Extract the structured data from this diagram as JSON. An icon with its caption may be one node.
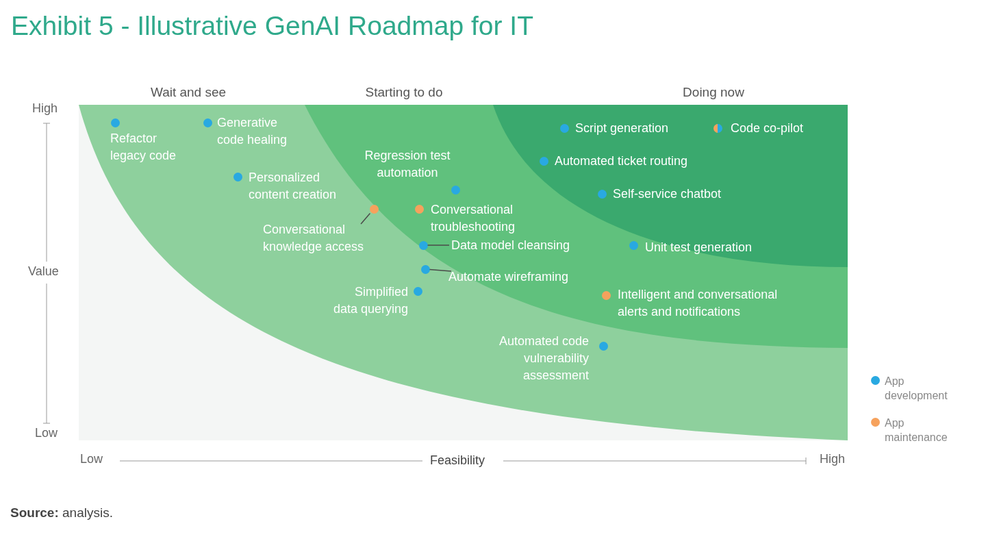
{
  "diagram": {
    "title": "Exhibit 5 - Illustrative GenAI Roadmap for IT",
    "caption": "**Source:** analysis.",
    "nodes": [
      {
        "text": [
          "Wait and see"
        ]
      },
      {
        "text": [
          "Starting to do"
        ],
        "in": 0
      },
      {
        "text": [
          "Doing now"
        ],
        "in": 1
      },
      {
        "text": [
          "Refactor legacy code"
        ],
        "in": 0
      },
      {
        "text": [
          "Generative code healing"
        ],
        "in": 0
      },
      {
        "text": [
          "Personalized content creation"
        ],
        "in": 0
      },
      {
        "text": [
          "Regression test automation"
        ],
        "in": 1
      },
      {
        "text": [
          "Conversational knowledge access"
        ],
        "in": 0
      },
      {
        "text": [],
        "shape": "circle",
        "in": 0
      },
      {
        "text": [
          "Conversational troubleshooting"
        ],
        "in": 1
      },
      {
        "text": [
          "Data model cleansing"
        ],
        "in": 1
      },
      {
        "text": [],
        "shape": "circle",
        "in": 1
      },
      {
        "text": [
          "Automate wireframing"
        ],
        "in": 1
      },
      {
        "text": [],
        "shape": "circle",
        "in": 1
      },
      {
        "text": [
          "Simplified data querying"
        ],
        "in": 0
      },
      {
        "text": [
          "Automated code vulnerability assessment"
        ],
        "in": 0
      },
      {
        "text": [
          "Script generation"
        ],
        "in": 2
      },
      {
        "text": [
          "Code co-pilot"
        ],
        "in": 2
      },
      {
        "text": [
          "Automated ticket routing"
        ],
        "in": 2
      },
      {
        "text": [
          "Self-service chatbot"
        ],
        "in": 2
      },
      {
        "text": [
          "Unit test generation"
        ],
        "in": 2
      },
      {
        "text": [
          "Intelligent and conversational alerts and notifications"
        ],
        "in": 1
      }
    ],
    "edges": [
      {
        "from": 7,
        "to": 8,
        "arrow": "none"
      },
      {
        "from": 10,
        "to": 11,
        "arrow": "none"
      },
      {
        "from": 12,
        "to": 13,
        "arrow": "none"
      }
    ],
    "labels": [
      "High",
      "Value",
      "Low",
      "Low",
      "Feasibility",
      "High"
    ],
    "legend": [
      {
        "text": "App development",
        "color": "#29a9e1"
      },
      {
        "text": "App maintenance",
        "color": "#f6a25d"
      }
    ]
  }
}
